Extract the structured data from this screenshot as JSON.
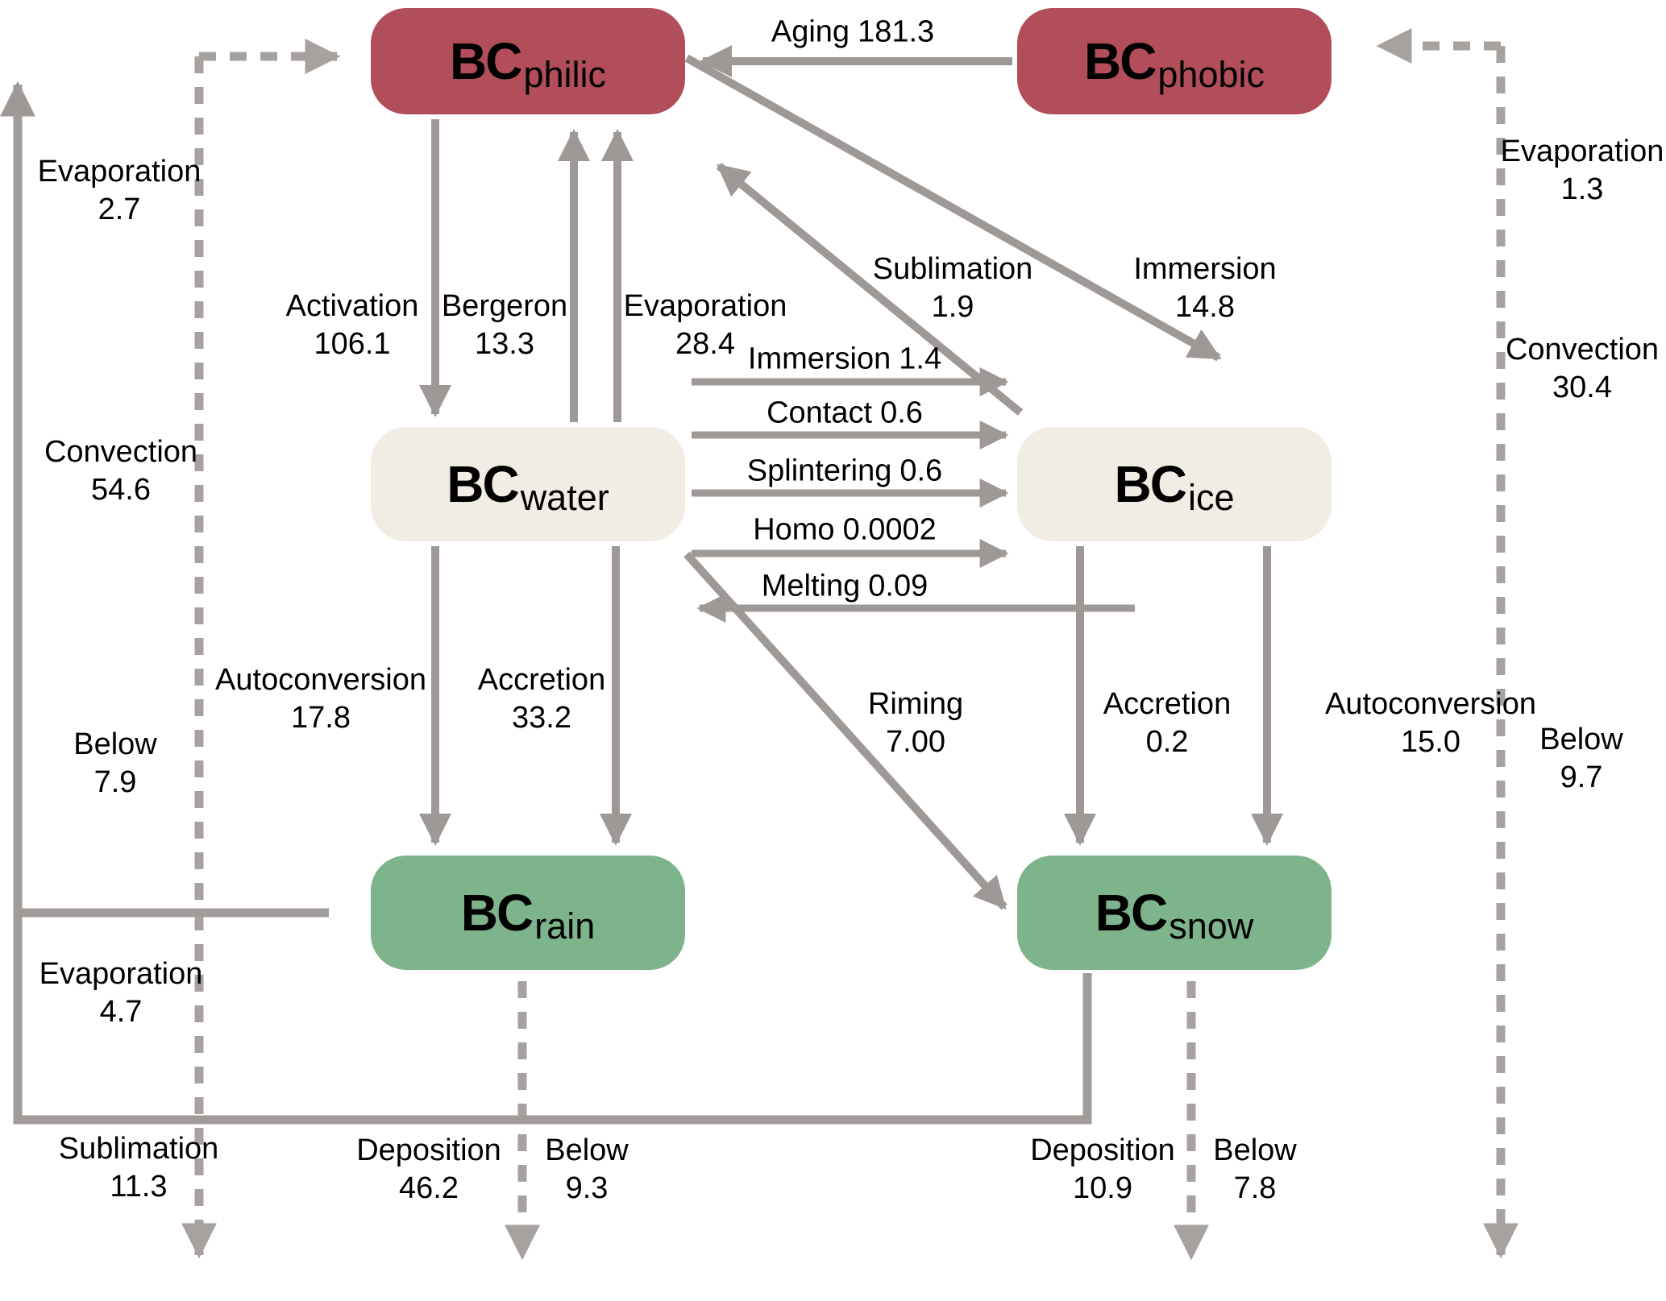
{
  "colors": {
    "node_red": "#b24d5a",
    "node_cream": "#f2ede4",
    "node_green": "#7db48c",
    "arrow_gray": "#9e9896",
    "dash_gray": "#a7a19f",
    "text": "#000000"
  },
  "nodes": {
    "philic": {
      "main": "BC",
      "sub": "philic"
    },
    "phobic": {
      "main": "BC",
      "sub": "phobic"
    },
    "water": {
      "main": "BC",
      "sub": "water"
    },
    "ice": {
      "main": "BC",
      "sub": "ice"
    },
    "rain": {
      "main": "BC",
      "sub": "rain"
    },
    "snow": {
      "main": "BC",
      "sub": "snow"
    }
  },
  "flows": {
    "aging": {
      "name": "Aging",
      "value": "181.3",
      "from": "phobic",
      "to": "philic"
    },
    "activation": {
      "name": "Activation",
      "value": "106.1",
      "from": "philic",
      "to": "water"
    },
    "bergeron": {
      "name": "Bergeron",
      "value": "13.3",
      "from": "water",
      "to": "philic"
    },
    "evaporation_water": {
      "name": "Evaporation",
      "value": "28.4",
      "from": "water",
      "to": "philic"
    },
    "sublimation_ice": {
      "name": "Sublimation",
      "value": "1.9",
      "from": "ice",
      "to": "philic"
    },
    "immersion_philic": {
      "name": "Immersion",
      "value": "14.8",
      "from": "philic",
      "to": "ice"
    },
    "immersion_water": {
      "name": "Immersion",
      "value": "1.4",
      "from": "water",
      "to": "ice"
    },
    "contact": {
      "name": "Contact",
      "value": "0.6",
      "from": "water",
      "to": "ice"
    },
    "splintering": {
      "name": "Splintering",
      "value": "0.6",
      "from": "water",
      "to": "ice"
    },
    "homo": {
      "name": "Homo",
      "value": "0.0002",
      "from": "water",
      "to": "ice"
    },
    "melting": {
      "name": "Melting",
      "value": "0.09",
      "from": "ice",
      "to": "water"
    },
    "autoconversion_rain": {
      "name": "Autoconversion",
      "value": "17.8",
      "from": "water",
      "to": "rain"
    },
    "accretion_rain": {
      "name": "Accretion",
      "value": "33.2",
      "from": "water",
      "to": "rain"
    },
    "riming": {
      "name": "Riming",
      "value": "7.00",
      "from": "water",
      "to": "snow"
    },
    "accretion_snow": {
      "name": "Accretion",
      "value": "0.2",
      "from": "ice",
      "to": "snow"
    },
    "autoconversion_snow": {
      "name": "Autoconversion",
      "value": "15.0",
      "from": "ice",
      "to": "snow"
    },
    "evaporation_left": {
      "name": "Evaporation",
      "value": "2.7"
    },
    "convection_left": {
      "name": "Convection",
      "value": "54.6"
    },
    "below_left": {
      "name": "Below",
      "value": "7.9"
    },
    "evaporation_rain": {
      "name": "Evaporation",
      "value": "4.7"
    },
    "sublimation_snow": {
      "name": "Sublimation",
      "value": "11.3"
    },
    "deposition_rain": {
      "name": "Deposition",
      "value": "46.2"
    },
    "below_rain": {
      "name": "Below",
      "value": "9.3"
    },
    "deposition_snow": {
      "name": "Deposition",
      "value": "10.9"
    },
    "below_snow": {
      "name": "Below",
      "value": "7.8"
    },
    "evaporation_right": {
      "name": "Evaporation",
      "value": "1.3"
    },
    "convection_right": {
      "name": "Convection",
      "value": "30.4"
    },
    "below_right": {
      "name": "Below",
      "value": "9.7"
    }
  }
}
